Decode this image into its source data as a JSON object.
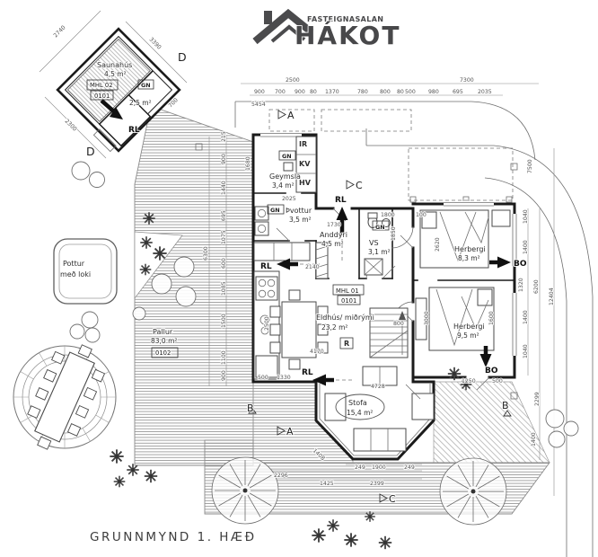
{
  "logo": {
    "tagline": "FASTEIGNASALAN",
    "brand": "HÁKOT"
  },
  "plan_title": "GRUNNMYND 1. HÆÐ",
  "sauna": {
    "name": "Saunahús",
    "area": "4,5 m²",
    "mhl": "MHL 02",
    "unit": "0101",
    "gn": "GN",
    "wc_area": "2,5 m²"
  },
  "rooms": {
    "geymsla": {
      "name": "Geymsla",
      "area": "3,4 m²",
      "gn": "GN",
      "ir": "IR",
      "kv": "KV",
      "hv": "HV"
    },
    "thvottur": {
      "name": "Þvottur",
      "area": "3,5 m²",
      "gn": "GN"
    },
    "anddyri": {
      "name": "Anddyri",
      "area": "4,5 m²"
    },
    "vs": {
      "name": "VS",
      "area": "3,1 m²",
      "gn": "GN"
    },
    "eldhus": {
      "name": "Eldhús/ miðrými",
      "area": "23,2 m²",
      "mhl": "MHL 01",
      "unit": "0101",
      "r": "R"
    },
    "stofa": {
      "name": "Stofa",
      "area": "15,4 m²"
    },
    "herbergi1": {
      "name": "Herbergi",
      "area": "8,3 m²"
    },
    "herbergi2": {
      "name": "Herbergi",
      "area": "9,5 m²"
    },
    "pallur": {
      "name": "Pallur",
      "area": "83,0 m²",
      "unit": "0102"
    },
    "pottur": {
      "line1": "Pottur",
      "line2": "með loki"
    }
  },
  "markers": {
    "a": "A",
    "b": "B",
    "c": "C",
    "d": "D",
    "rl": "RL",
    "bo": "BO"
  },
  "dims": {
    "top": [
      "2500",
      "7300"
    ],
    "top_row": [
      "900",
      "700",
      "900",
      "80",
      "1370",
      "780",
      "800",
      "80",
      "500",
      "980",
      "695",
      "2035"
    ],
    "top_total": "5454",
    "left": [
      "215",
      "900",
      "1440",
      "695",
      "1075",
      "600",
      "1085",
      "1500",
      "1100",
      "900"
    ],
    "left_total": "6300",
    "right": [
      "7500",
      "1040",
      "1400",
      "1320",
      "6200",
      "12404",
      "1400",
      "1040",
      "2299",
      "1400"
    ],
    "bottom": [
      "2296",
      "1425",
      "2399",
      "249",
      "1900",
      "249",
      "1408"
    ],
    "sauna": [
      "2740",
      "3390",
      "2300",
      "700"
    ],
    "inner": [
      "2025",
      "1680",
      "1730",
      "1800",
      "100",
      "1850",
      "2620",
      "2140",
      "2500",
      "4170",
      "800",
      "4728",
      "500",
      "1330",
      "1250",
      "500",
      "3000",
      "1600"
    ]
  }
}
